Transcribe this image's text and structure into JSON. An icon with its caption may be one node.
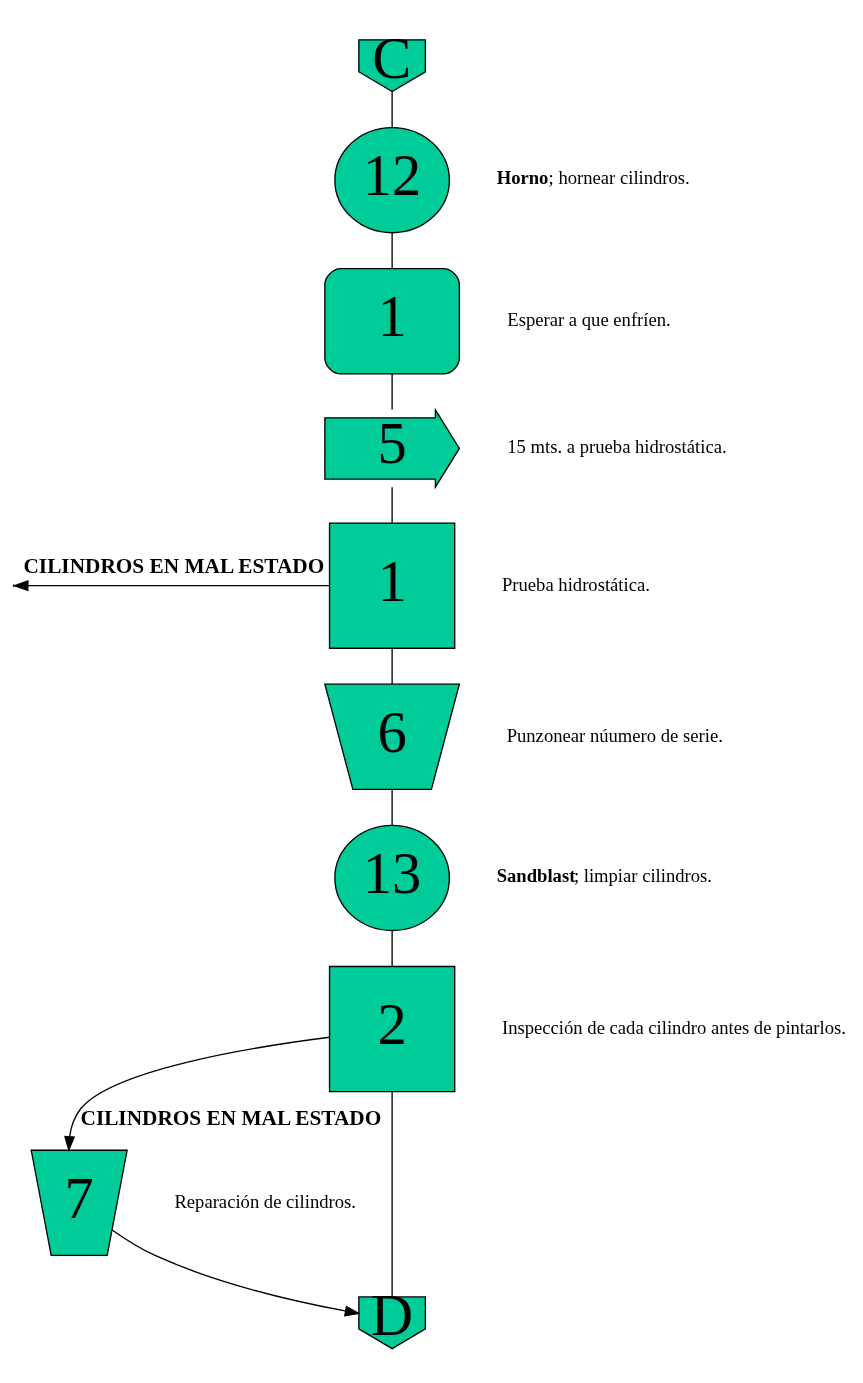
{
  "diagram": {
    "nodes": [
      {
        "text": [
          "C"
        ]
      },
      {
        "text": [
          "12"
        ],
        "beside": [
          "**Horno**; hornear cilindros."
        ]
      },
      {
        "text": [
          "1"
        ],
        "beside": [
          "Esperar a que enfríen."
        ]
      },
      {
        "text": [
          "5"
        ],
        "beside": [
          "15 mts. a prueba hidrostática."
        ]
      },
      {
        "text": [
          "1"
        ],
        "beside": [
          "Prueba hidrostática."
        ]
      },
      {
        "text": [
          "6"
        ],
        "beside": [
          "Punzonear núumero de serie."
        ]
      },
      {
        "text": [
          "13"
        ],
        "beside": [
          "**Sandblast**; limpiar cilindros."
        ]
      },
      {
        "text": [
          "2"
        ],
        "beside": [
          "Inspección de cada cilindro antes de pintarlos."
        ]
      },
      {
        "text": [
          "7"
        ],
        "beside": [
          "Reparación de cilindros."
        ]
      },
      {
        "text": [
          "D"
        ]
      }
    ],
    "edges": [
      {
        "from": 0,
        "to": 1,
        "arrow": "none"
      },
      {
        "from": 1,
        "to": 2,
        "arrow": "none"
      },
      {
        "from": 2,
        "to": 3,
        "arrow": "none"
      },
      {
        "from": 3,
        "to": 4,
        "arrow": "none"
      },
      {
        "from": 4,
        "to": null,
        "arrow": "to",
        "label": "CILINDROS EN MAL ESTADO"
      },
      {
        "from": 4,
        "to": 5,
        "arrow": "none"
      },
      {
        "from": 5,
        "to": 6,
        "arrow": "none"
      },
      {
        "from": 6,
        "to": 7,
        "arrow": "none"
      },
      {
        "from": 7,
        "to": 8,
        "arrow": "to",
        "label": "CILINDROS EN MAL ESTADO"
      },
      {
        "from": 7,
        "to": 9,
        "arrow": "none"
      },
      {
        "from": 8,
        "to": 9,
        "arrow": "to"
      }
    ]
  }
}
